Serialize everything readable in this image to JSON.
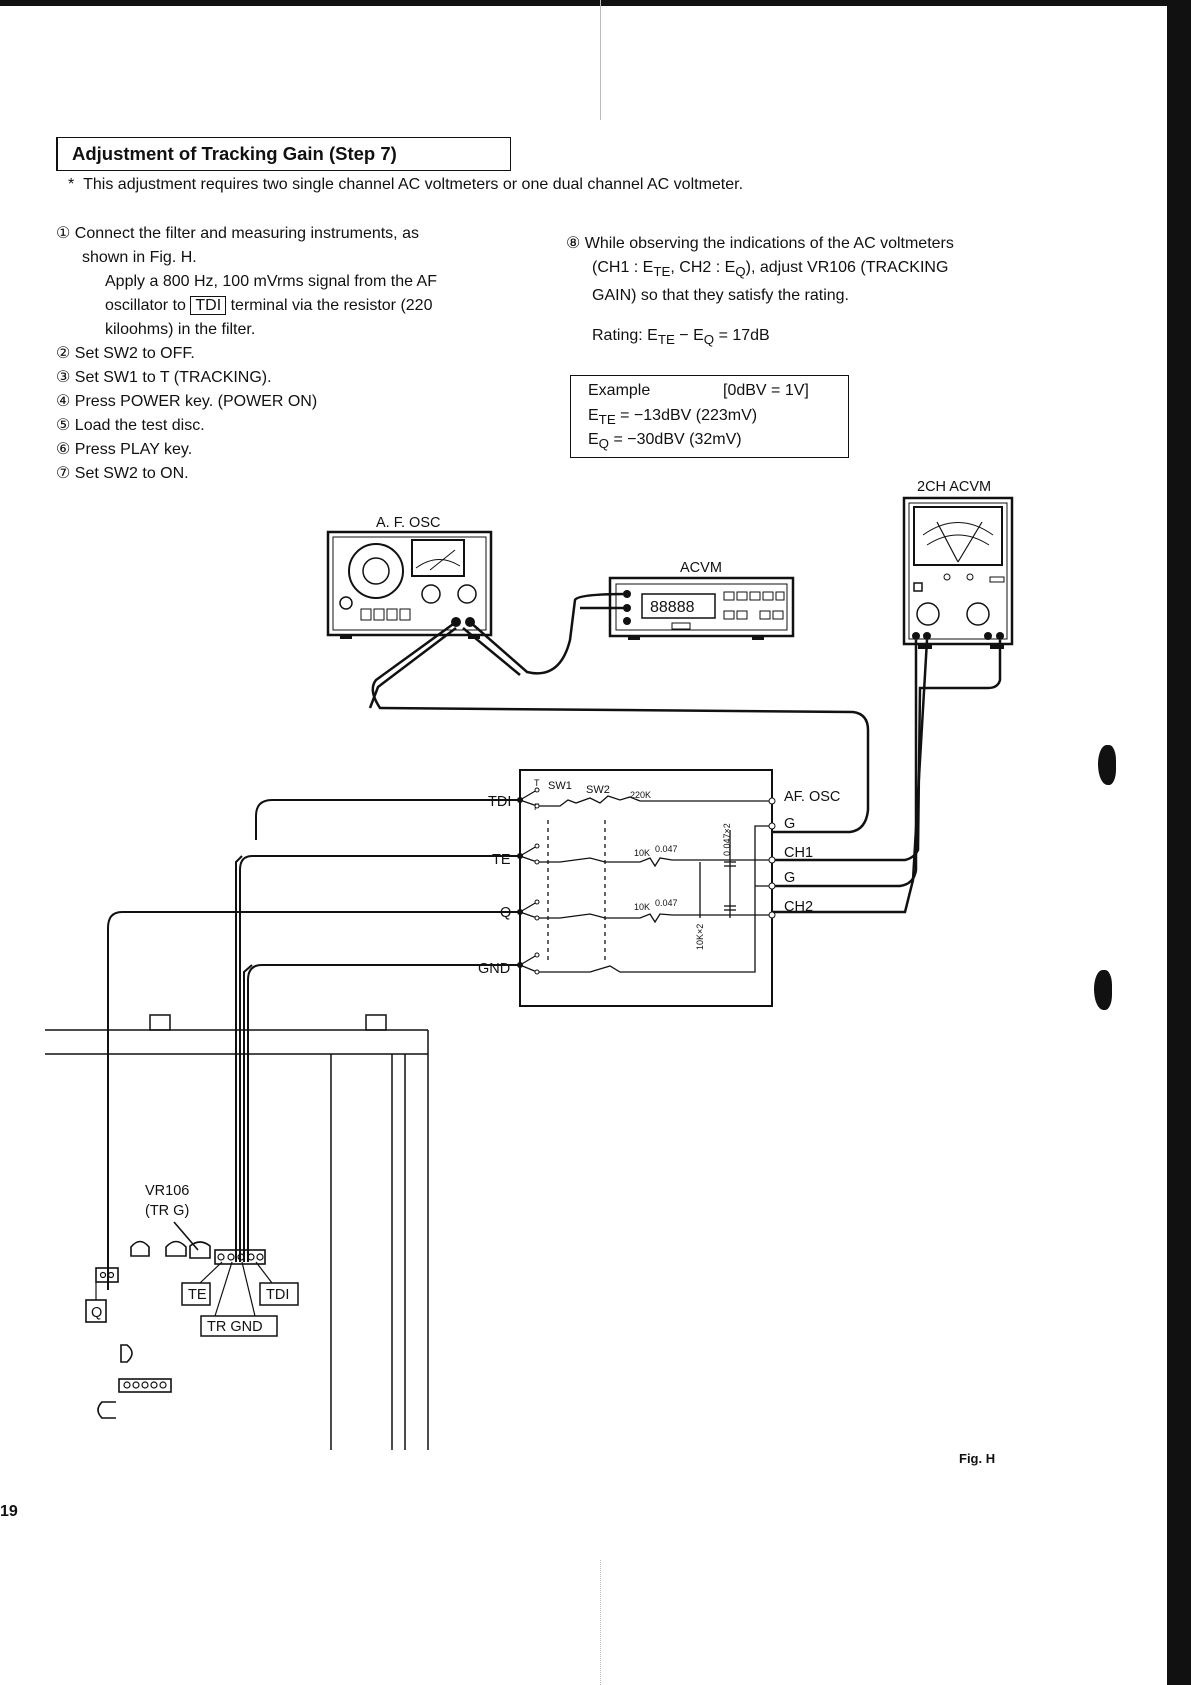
{
  "header": {
    "title": "Adjustment of Tracking Gain (Step 7)",
    "note": "This adjustment requires two single channel AC voltmeters or one dual channel AC voltmeter."
  },
  "steps_left": [
    {
      "num": "①",
      "lines": [
        "Connect the filter and measuring instruments, as",
        "shown in Fig. H.",
        "Apply a 800 Hz, 100 mVrms signal from the AF",
        "oscillator to",
        "terminal via the resistor (220",
        "kiloohms) in the filter."
      ],
      "boxed": "TDI"
    },
    {
      "num": "②",
      "text": "Set SW2 to OFF."
    },
    {
      "num": "③",
      "text": "Set SW1 to T (TRACKING)."
    },
    {
      "num": "④",
      "text": "Press POWER key. (POWER ON)"
    },
    {
      "num": "⑤",
      "text": "Load the test disc."
    },
    {
      "num": "⑥",
      "text": "Press PLAY key."
    },
    {
      "num": "⑦",
      "text": "Set SW2 to ON."
    }
  ],
  "step_right": {
    "num": "⑧",
    "line1": "While observing the indications of the AC voltmeters",
    "line2_a": "(CH1 : E",
    "line2_s1": "TE",
    "line2_b": ", CH2 : E",
    "line2_s2": "Q",
    "line2_c": "), adjust VR106 (TRACKING",
    "line3": "GAIN) so that they satisfy the rating."
  },
  "rating": {
    "a": "Rating: E",
    "s1": "TE",
    "b": " − E",
    "s2": "Q",
    "c": " = 17dB"
  },
  "example": {
    "title": "Example",
    "ref": "[0dBV = 1V]",
    "ete_pre": "E",
    "ete_sub": "TE",
    "ete_val": " = −13dBV (223mV)",
    "eq_pre": "E",
    "eq_sub": "Q",
    "eq_val": " = −30dBV (32mV)"
  },
  "diagram": {
    "af_osc_label": "A. F. OSC",
    "acvm_label": "ACVM",
    "acvm_display": "88888",
    "acvm2_label": "2CH ACVM",
    "filter_left": [
      "TDI",
      "TE",
      "Q",
      "GND"
    ],
    "filter_right": [
      "AF. OSC",
      "G",
      "CH1",
      "G",
      "CH2"
    ],
    "sw1": "SW1",
    "sw2": "SW2",
    "r220": "220K",
    "r10k": "10K",
    "c047": "0.047",
    "r10kx2": "10K×2",
    "c047x2": "0.047×2",
    "tf": [
      "T",
      "F"
    ],
    "vr106": "VR106",
    "trg": "(TR G)",
    "q": "Q",
    "te": "TE",
    "tdi": "TDI",
    "trgnd": "TR GND"
  },
  "fig_label": "Fig. H",
  "page_number": "19"
}
